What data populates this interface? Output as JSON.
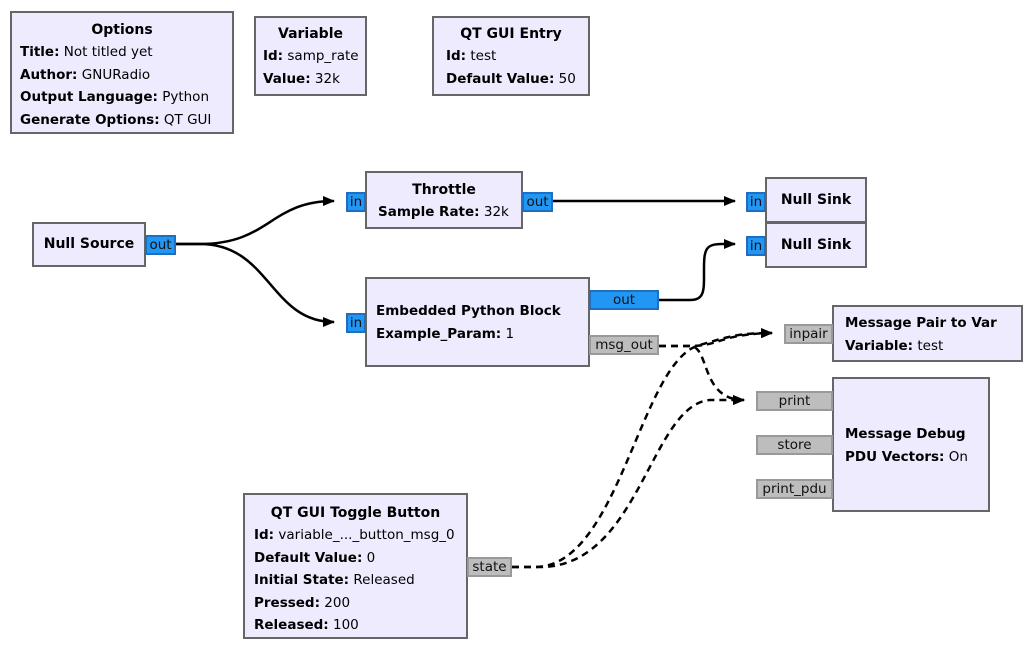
{
  "colors": {
    "block_fill": "#eeebff",
    "block_border": "#666666",
    "stream_port": "#2196f3",
    "message_port": "#bdbdbd",
    "wire": "#000000"
  },
  "blocks": {
    "options": {
      "title": "Options",
      "params": [
        {
          "key": "Title:",
          "value": "Not titled yet"
        },
        {
          "key": "Author:",
          "value": "GNURadio"
        },
        {
          "key": "Output Language:",
          "value": "Python"
        },
        {
          "key": "Generate Options:",
          "value": "QT GUI"
        }
      ]
    },
    "variable": {
      "title": "Variable",
      "params": [
        {
          "key": "Id:",
          "value": "samp_rate"
        },
        {
          "key": "Value:",
          "value": "32k"
        }
      ]
    },
    "qt_gui_entry": {
      "title": "QT GUI Entry",
      "params": [
        {
          "key": "Id:",
          "value": "test"
        },
        {
          "key": "Default Value:",
          "value": "50"
        }
      ]
    },
    "null_source": {
      "title": "Null Source",
      "ports": {
        "out": "out"
      }
    },
    "throttle": {
      "title": "Throttle",
      "params": [
        {
          "key": "Sample Rate:",
          "value": "32k"
        }
      ],
      "ports": {
        "in": "in",
        "out": "out"
      }
    },
    "null_sink_1": {
      "title": "Null Sink",
      "ports": {
        "in": "in"
      }
    },
    "null_sink_2": {
      "title": "Null Sink",
      "ports": {
        "in": "in"
      }
    },
    "embedded_python": {
      "title": "Embedded Python Block",
      "params": [
        {
          "key": "Example_Param:",
          "value": "1"
        }
      ],
      "ports": {
        "in": "in",
        "out": "out",
        "msg_out": "msg_out"
      }
    },
    "msg_pair_to_var": {
      "title": "Message Pair to Var",
      "params": [
        {
          "key": "Variable:",
          "value": "test"
        }
      ],
      "ports": {
        "inpair": "inpair"
      }
    },
    "message_debug": {
      "title": "Message Debug",
      "params": [
        {
          "key": "PDU Vectors:",
          "value": "On"
        }
      ],
      "ports": {
        "print": "print",
        "store": "store",
        "print_pdu": "print_pdu"
      }
    },
    "toggle_button": {
      "title": "QT GUI Toggle Button",
      "params": [
        {
          "key": "Id:",
          "value": "variable_..._button_msg_0"
        },
        {
          "key": "Default Value:",
          "value": "0"
        },
        {
          "key": "Initial State:",
          "value": "Released"
        },
        {
          "key": "Pressed:",
          "value": "200"
        },
        {
          "key": "Released:",
          "value": "100"
        }
      ],
      "ports": {
        "state": "state"
      }
    }
  },
  "connections": [
    {
      "from": "null_source.out",
      "to": "throttle.in",
      "type": "stream"
    },
    {
      "from": "null_source.out",
      "to": "embedded_python.in",
      "type": "stream"
    },
    {
      "from": "throttle.out",
      "to": "null_sink_1.in",
      "type": "stream"
    },
    {
      "from": "embedded_python.out",
      "to": "null_sink_2.in",
      "type": "stream"
    },
    {
      "from": "embedded_python.msg_out",
      "to": "msg_pair_to_var.inpair",
      "type": "message"
    },
    {
      "from": "embedded_python.msg_out",
      "to": "message_debug.print",
      "type": "message"
    },
    {
      "from": "toggle_button.state",
      "to": "msg_pair_to_var.inpair",
      "type": "message"
    },
    {
      "from": "toggle_button.state",
      "to": "message_debug.print",
      "type": "message"
    }
  ]
}
